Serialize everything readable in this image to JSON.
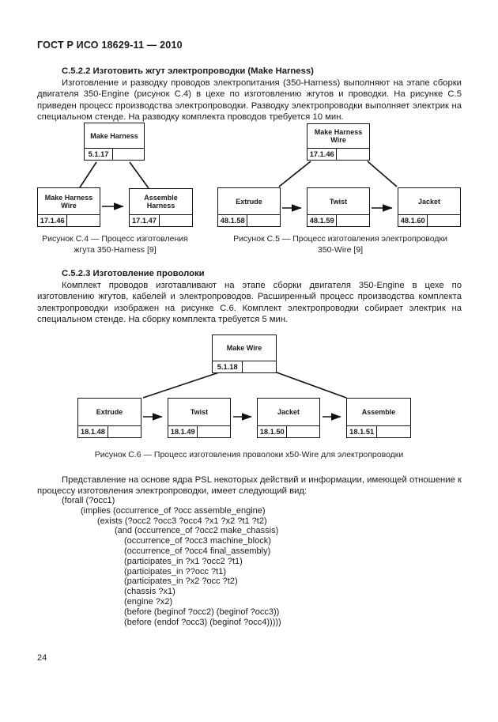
{
  "page": {
    "header_title": "ГОСТ Р ИСО 18629-11 — 2010",
    "page_number": "24"
  },
  "section_c522": {
    "heading": "С.5.2.2  Изготовить жгут электропроводки (Make Harness)",
    "paragraph": "Изготовление и разводку проводов электропитания (350-Harness) выполняют на этапе сборки двигателя 350-Engine (рисунок С.4) в цехе по изготовлению жгутов и проводки. На рисунке С.5 приведен процесс производства электропроводки. Разводку электропроводки выполняет электрик на специальном стенде. На разводку комплекта проводов требуется 10 мин."
  },
  "figure_c4": {
    "top_box": {
      "label": "Make Harness",
      "number": "5.1.17"
    },
    "left_box": {
      "label": "Make Harness Wire",
      "number": "17.1.46"
    },
    "right_box": {
      "label": "Assemble Harness",
      "number": "17.1.47"
    },
    "caption_line1": "Рисунок С.4 — Процесс изготовления",
    "caption_line2": "жгута 350-Harness [9]"
  },
  "figure_c5": {
    "top_box": {
      "label": "Make Harness Wire",
      "number": "17.1.46"
    },
    "box1": {
      "label": "Extrude",
      "number": "48.1.58"
    },
    "box2": {
      "label": "Twist",
      "number": "48.1.59"
    },
    "box3": {
      "label": "Jacket",
      "number": "48.1.60"
    },
    "caption_line1": "Рисунок С.5 — Процесс изготовления электропроводки",
    "caption_line2": "350-Wire [9]"
  },
  "section_c523": {
    "heading": "С.5.2.3  Изготовление проволоки",
    "paragraph": "Комплект проводов изготавливают на этапе сборки двигателя 350-Engine в цехе по изготовлению жгутов, кабелей и электропроводов. Расширенный процесс производства комплекта электропроводки изображен на рисунке С.6. Комплект электропроводки собирает электрик на специальном стенде. На сборку комплекта требуется 5 мин."
  },
  "figure_c6": {
    "top_box": {
      "label": "Make Wire",
      "number": "5.1.18"
    },
    "box1": {
      "label": "Extrude",
      "number": "18.1.48"
    },
    "box2": {
      "label": "Twist",
      "number": "18.1.49"
    },
    "box3": {
      "label": "Jacket",
      "number": "18.1.50"
    },
    "box4": {
      "label": "Assemble",
      "number": "18.1.51"
    },
    "caption": "Рисунок С.6 — Процесс изготовления проволоки x50-Wire для электропроводки"
  },
  "psl": {
    "intro": "Представление на основе ядра PSL некоторых действий и информации, имеющей отношение к процессу изготовления электропроводки, имеет следующий вид:",
    "lines": [
      "(forall (?occ1)",
      "(implies (occurrence_of ?occ assemble_engine)",
      "(exists (?occ2 ?occ3 ?occ4 ?x1 ?x2 ?t1 ?t2)",
      "(and (occurrence_of ?occ2 make_chassis)",
      "(occurrence_of ?occ3 machine_block)",
      "(occurrence_of ?occ4 final_assembly)",
      "(participates_in ?x1 ?occ2 ?t1)",
      "(participates_in ??occ ?t1)",
      "(participates_in ?x2 ?occ ?t2)",
      "(chassis ?x1)",
      "(engine ?x2)",
      "(before (beginof ?occ2) (beginof ?occ3))",
      "(before (endof ?occ3) (beginof ?occ4)))))"
    ]
  }
}
